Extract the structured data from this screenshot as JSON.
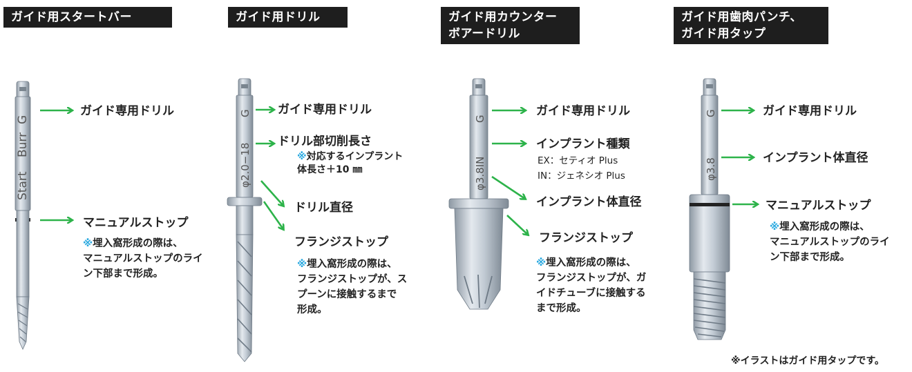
{
  "columns": [
    {
      "title": "ガイド用スタートバー",
      "shaft_text": [
        "Start",
        "Burr",
        "G"
      ],
      "labels": [
        "ガイド専用ドリル",
        "マニュアルストップ"
      ],
      "note_mark": "※",
      "note": "埋入窩形成の際は、\nマニュアルストップのライ\nン下部まで形成。"
    },
    {
      "title": "ガイド用ドリル",
      "shaft_text": [
        "φ2.0−18",
        "G"
      ],
      "labels": [
        "ガイド専用ドリル",
        "ドリル部切削長さ",
        "ドリル直径",
        "フランジストップ"
      ],
      "sub_mark": "※",
      "sub": "対応するインプラント\n体長さ＋10 ㎜",
      "note_mark": "※",
      "note": "埋入窩形成の際は、\nフランジストップが、ス\nプーンに接触するまで\n形成。"
    },
    {
      "title": "ガイド用カウンター\nボアードリル",
      "shaft_text": [
        "φ3.8IN",
        "G"
      ],
      "labels": [
        "ガイド専用ドリル",
        "インプラント種類",
        "インプラント体直径",
        "フランジストップ"
      ],
      "sub": [
        "EX：セティオ Plus",
        "IN：ジェネシオ Plus"
      ],
      "note_mark": "※",
      "note": "埋入窩形成の際は、\nフランジストップが、ガ\nイドチューブに接触する\nまで形成。"
    },
    {
      "title": "ガイド用歯肉パンチ、\nガイド用タップ",
      "shaft_text": [
        "φ3.8",
        "G"
      ],
      "labels": [
        "ガイド専用ドリル",
        "インプラント体直径",
        "マニュアルストップ"
      ],
      "note_mark": "※",
      "note": "埋入窩形成の際は、\nマニュアルストップのライ\nン下部まで形成。"
    }
  ],
  "footnote": "※イラストはガイド用タップです。",
  "colors": {
    "arrow": "#2db34a",
    "mark": "#2aa9e0",
    "title_bg": "#1e1e1e",
    "metal": "#b8c2cc"
  }
}
